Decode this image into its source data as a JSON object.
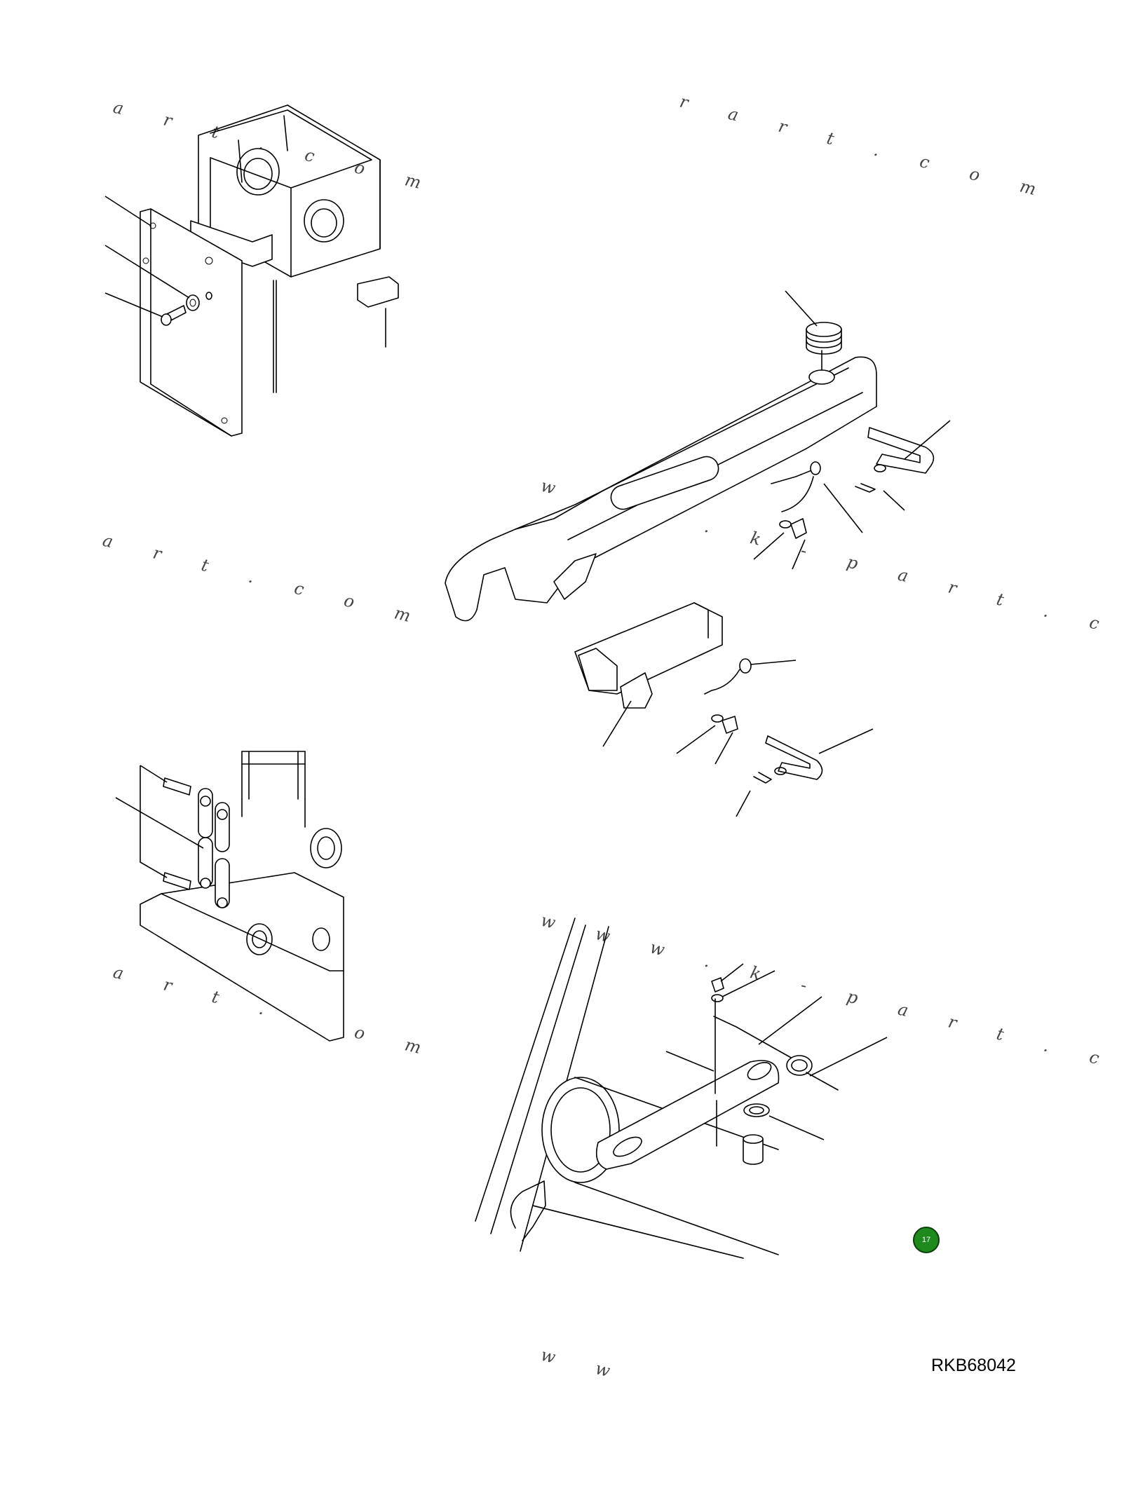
{
  "drawing_code": "RKB68042",
  "page_badge": "17",
  "watermarks": [
    "a r t . c o m",
    "r a r t . c o m",
    "w w w . k - p a r t . c o m",
    "a r t . c o m",
    "a r t . c o m",
    "w w w . k - p a r t . c o m",
    "w w"
  ]
}
